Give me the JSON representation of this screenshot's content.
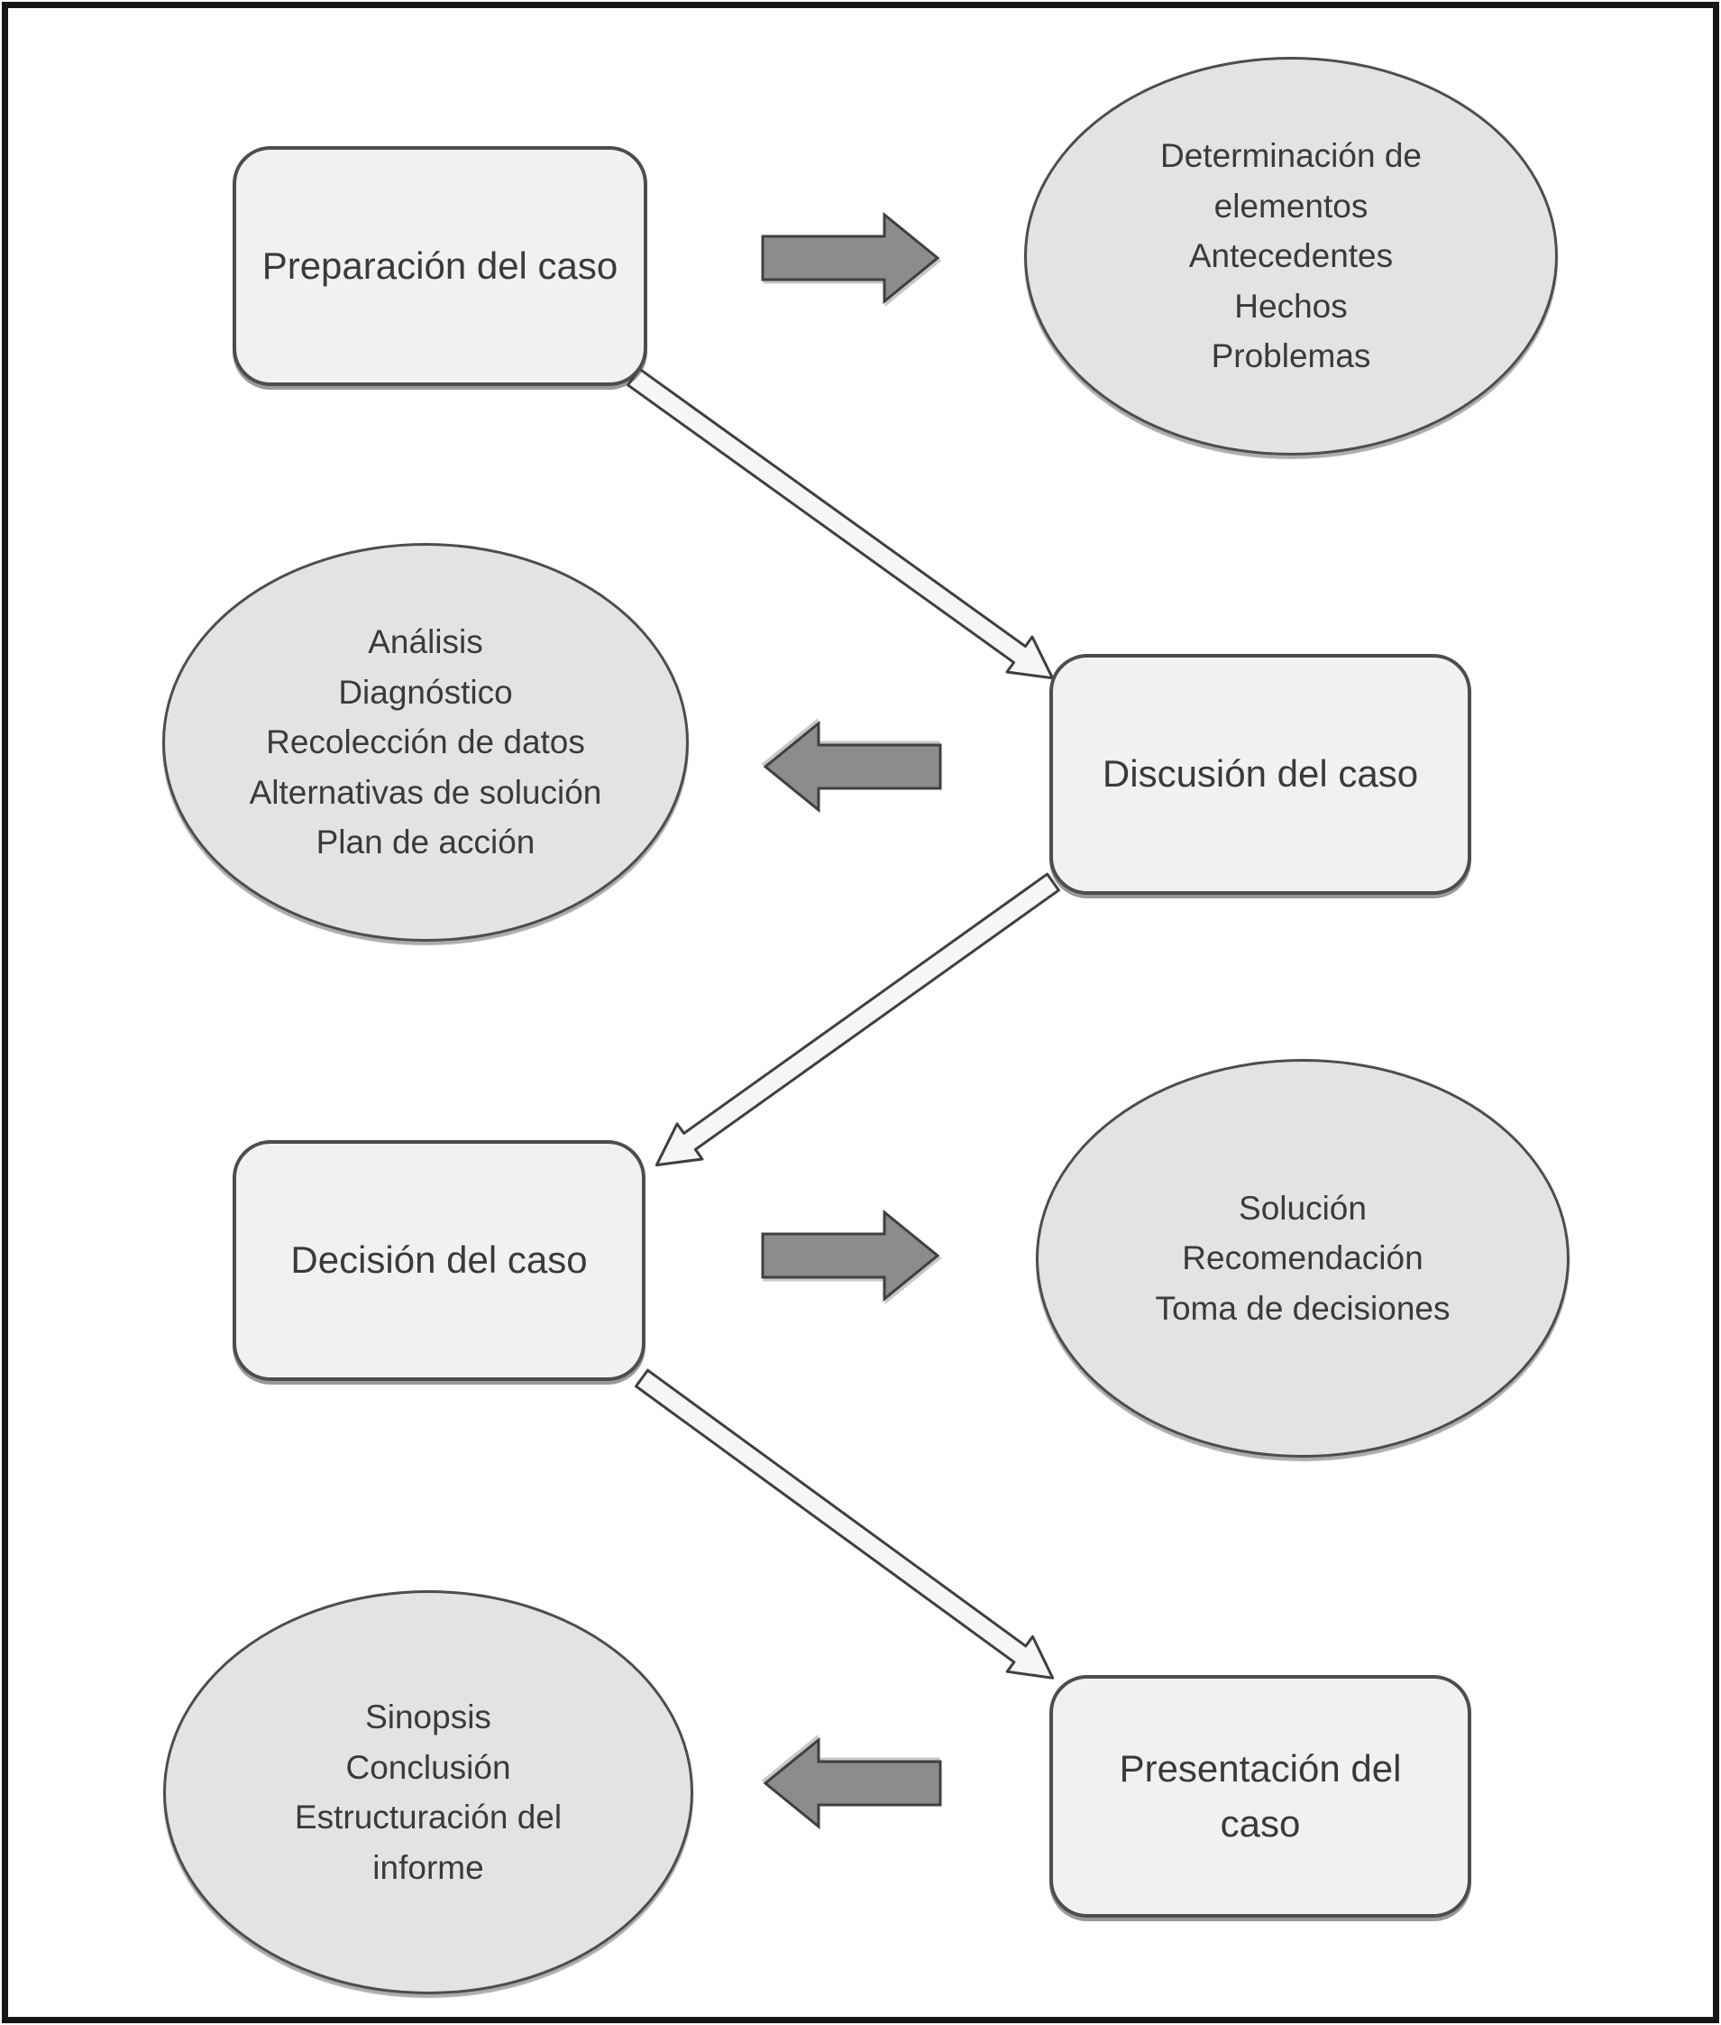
{
  "colors": {
    "box_fill": "#f1f1f1",
    "ellipse_fill": "#e3e3e3",
    "node_border": "#4d4d4d",
    "arrow_fill": "#8c8c8c",
    "arrow_stroke": "#3f3f3f",
    "outline_arrow_fill": "#f6f6f6",
    "text": "#3a3a3a",
    "frame": "#161616"
  },
  "nodes": {
    "preparacion": {
      "label": "Preparación del caso"
    },
    "determinacion": {
      "line1": "Determinación de",
      "line2": "elementos",
      "line3": "Antecedentes",
      "line4": "Hechos",
      "line5": "Problemas"
    },
    "analisis": {
      "line1": "Análisis",
      "line2": "Diagnóstico",
      "line3": "Recolección de datos",
      "line4": "Alternativas de solución",
      "line5": "Plan de acción"
    },
    "discusion": {
      "label": "Discusión del caso"
    },
    "decision": {
      "label": "Decisión del caso"
    },
    "solucion": {
      "line1": "Solución",
      "line2": "Recomendación",
      "line3": "Toma de decisiones"
    },
    "presentacion": {
      "line1": "Presentación del",
      "line2": "caso"
    },
    "sinopsis": {
      "line1": "Sinopsis",
      "line2": "Conclusión",
      "line3": "Estructuración del",
      "line4": "informe"
    }
  },
  "edges": [
    {
      "from": "Preparación del caso",
      "to": "Determinación de elementos / Antecedentes / Hechos / Problemas",
      "style": "solid-block-arrow",
      "direction": "right"
    },
    {
      "from": "Preparación del caso",
      "to": "Discusión del caso",
      "style": "outline-arrow",
      "direction": "down-right"
    },
    {
      "from": "Discusión del caso",
      "to": "Análisis / Diagnóstico / Recolección de datos / Alternativas de solución / Plan de acción",
      "style": "solid-block-arrow",
      "direction": "left"
    },
    {
      "from": "Discusión del caso",
      "to": "Decisión del caso",
      "style": "outline-arrow",
      "direction": "down-left"
    },
    {
      "from": "Decisión del caso",
      "to": "Solución / Recomendación / Toma de decisiones",
      "style": "solid-block-arrow",
      "direction": "right"
    },
    {
      "from": "Decisión del caso",
      "to": "Presentación del caso",
      "style": "outline-arrow",
      "direction": "down-right"
    },
    {
      "from": "Presentación del caso",
      "to": "Sinopsis / Conclusión / Estructuración del informe",
      "style": "solid-block-arrow",
      "direction": "left"
    }
  ]
}
